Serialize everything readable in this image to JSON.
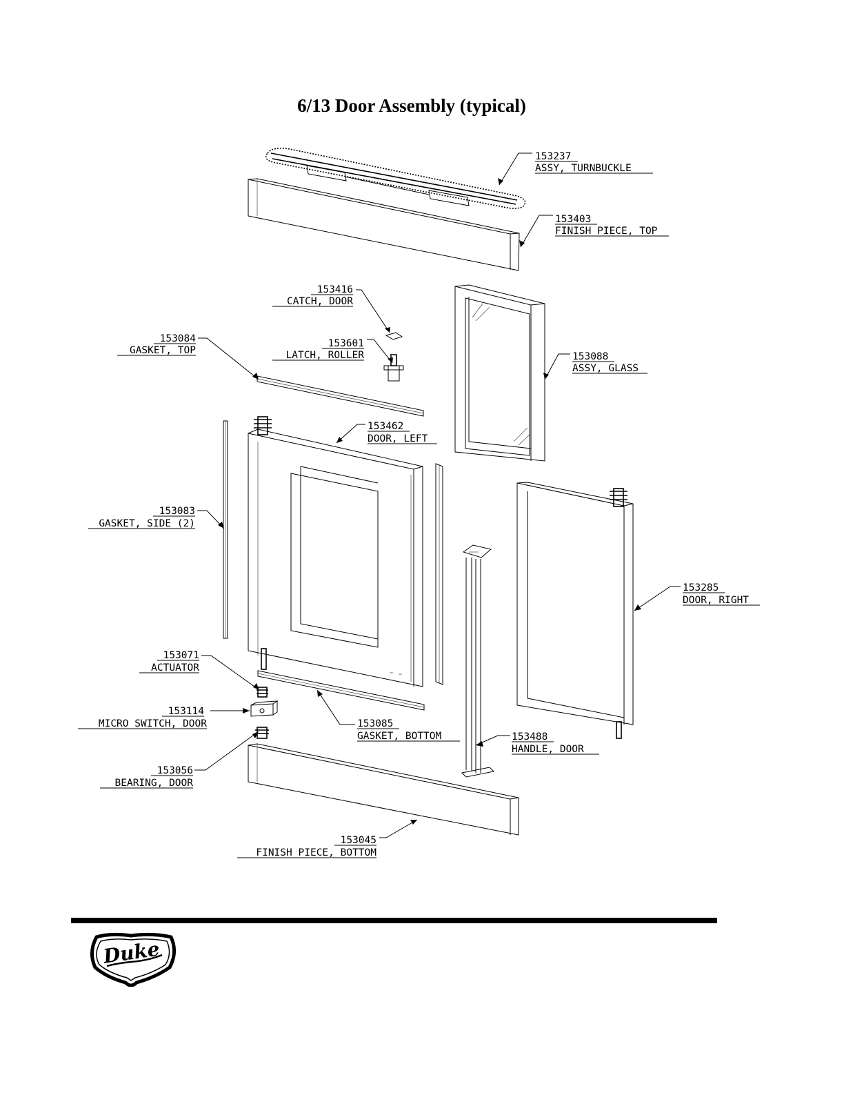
{
  "title": "6/13 Door Assembly (typical)",
  "brand": "Duke",
  "parts": [
    {
      "number": "153237",
      "desc": "ASSY, TURNBUCKLE"
    },
    {
      "number": "153403",
      "desc": "FINISH PIECE, TOP"
    },
    {
      "number": "153416",
      "desc": "CATCH, DOOR"
    },
    {
      "number": "153084",
      "desc": "GASKET, TOP"
    },
    {
      "number": "153601",
      "desc": "LATCH, ROLLER"
    },
    {
      "number": "153088",
      "desc": "ASSY, GLASS"
    },
    {
      "number": "153462",
      "desc": "DOOR, LEFT"
    },
    {
      "number": "153083",
      "desc": "GASKET, SIDE (2)"
    },
    {
      "number": "153285",
      "desc": "DOOR, RIGHT"
    },
    {
      "number": "153071",
      "desc": "ACTUATOR"
    },
    {
      "number": "153114",
      "desc": "MICRO SWITCH, DOOR"
    },
    {
      "number": "153085",
      "desc": "GASKET, BOTTOM"
    },
    {
      "number": "153488",
      "desc": "HANDLE, DOOR"
    },
    {
      "number": "153056",
      "desc": "BEARING, DOOR"
    },
    {
      "number": "153045",
      "desc": "FINISH PIECE, BOTTOM"
    }
  ]
}
